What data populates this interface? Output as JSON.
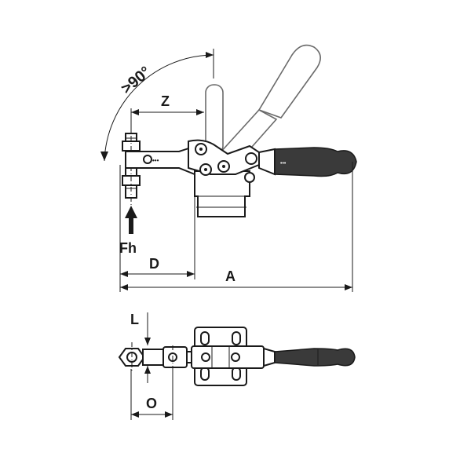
{
  "labels": {
    "angle": ">90°",
    "z": "Z",
    "fh": "Fh",
    "d": "D",
    "a": "A",
    "l": "L",
    "o": "O"
  },
  "brand_marks": {
    "spindle_tag": "•••",
    "handle_tag": "•••"
  },
  "colors": {
    "line": "#1a1a1a",
    "handle_grip": "#3a3a3a",
    "background": "#ffffff"
  },
  "icons": {
    "force_arrow": "up-arrow-icon"
  }
}
